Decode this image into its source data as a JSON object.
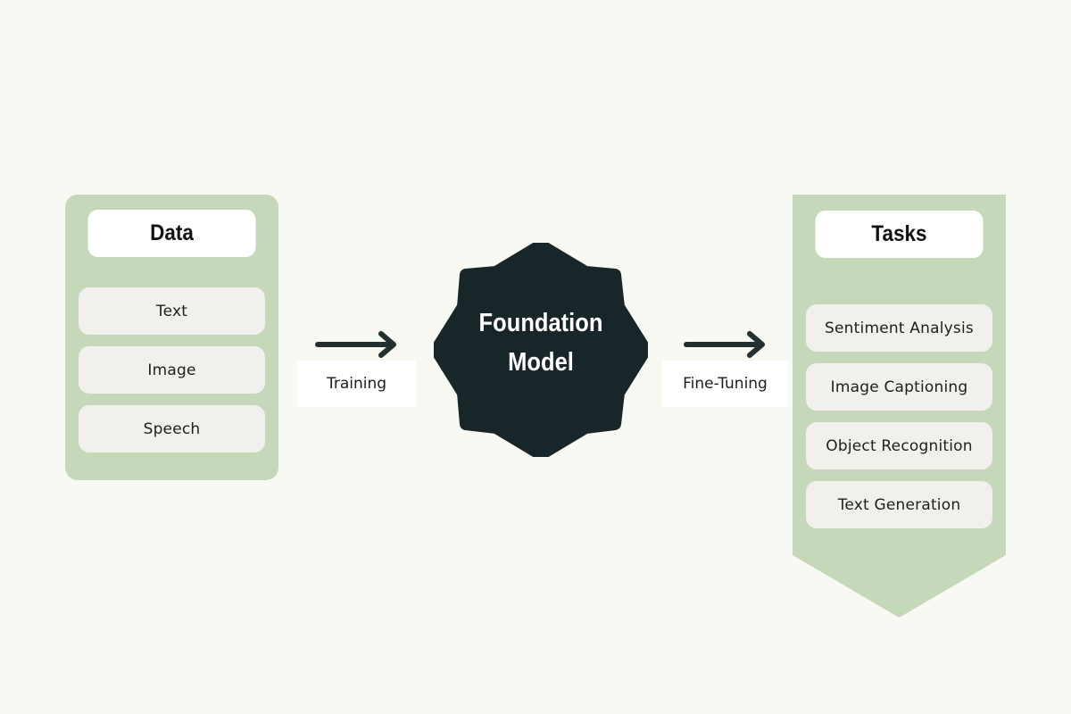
{
  "colors": {
    "background": "#f8f9f3",
    "panel": "#c5d8b9",
    "node": "#18262a",
    "arrow": "#24302f",
    "item": "#f1f0ec",
    "header": "#ffffff"
  },
  "data_panel": {
    "title": "Data",
    "items": [
      "Text",
      "Image",
      "Speech"
    ]
  },
  "tasks_panel": {
    "title": "Tasks",
    "items": [
      "Sentiment Analysis",
      "Image Captioning",
      "Object Recognition",
      "Text Generation"
    ]
  },
  "center_node": {
    "line1": "Foundation",
    "line2": "Model"
  },
  "edges": {
    "training": "Training",
    "fine_tuning": "Fine-Tuning"
  }
}
